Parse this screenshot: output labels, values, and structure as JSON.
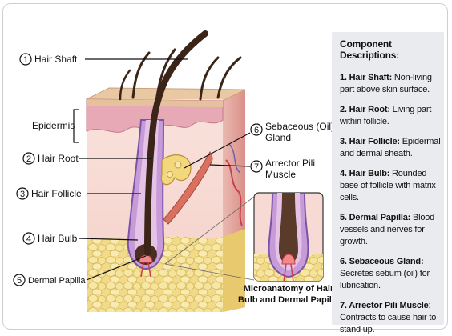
{
  "callouts": {
    "hair_shaft": {
      "num": "1",
      "label": "Hair Shaft"
    },
    "epidermis": {
      "label": "Epidermis"
    },
    "hair_root": {
      "num": "2",
      "label": "Hair Root"
    },
    "hair_follicle": {
      "num": "3",
      "label": "Hair Follicle"
    },
    "hair_bulb": {
      "num": "4",
      "label": "Hair Bulb"
    },
    "dermal_papilla": {
      "num": "5",
      "label": "Dermal Papilla"
    },
    "sebaceous": {
      "num": "6",
      "line1": "Sebaceous (Oil)",
      "line2": "Gland"
    },
    "arrector": {
      "num": "7",
      "line1": "Arrector Pili",
      "line2": "Muscle"
    }
  },
  "inset_caption": {
    "line1": "Microanatomy of Hair",
    "line2": "Bulb and Dermal Papilla"
  },
  "panel": {
    "title": "Component Descriptions:",
    "items": [
      {
        "term": "1. Hair Shaft:",
        "text": " Non-living part above skin surface."
      },
      {
        "term": "2. Hair Root:",
        "text": " Living part within follicle."
      },
      {
        "term": "3. Hair Follicle:",
        "text": " Epidermal and dermal sheath."
      },
      {
        "term": "4. Hair Bulb:",
        "text": " Rounded base of follicle with matrix cells."
      },
      {
        "term": "5. Dermal Papilla:",
        "text": " Blood vessels and nerves for growth."
      },
      {
        "term": "6. Sebaceous Gland:",
        "text": " Secretes sebum (oil) for lubrication."
      },
      {
        "term": "7. Arrector Pili Muscle",
        "text": ": Contracts to cause hair to stand up."
      }
    ]
  },
  "colors": {
    "hair": "#3b2418",
    "skin_top": "#e8c9a3",
    "epidermis": "#e7a9b5",
    "dermis": "#f7dad4",
    "fat": "#f0d77f",
    "follicle_outer": "#8e6bb2",
    "gland": "#f2d77c",
    "muscle": "#d97060",
    "panel_bg": "#e9ebee"
  }
}
